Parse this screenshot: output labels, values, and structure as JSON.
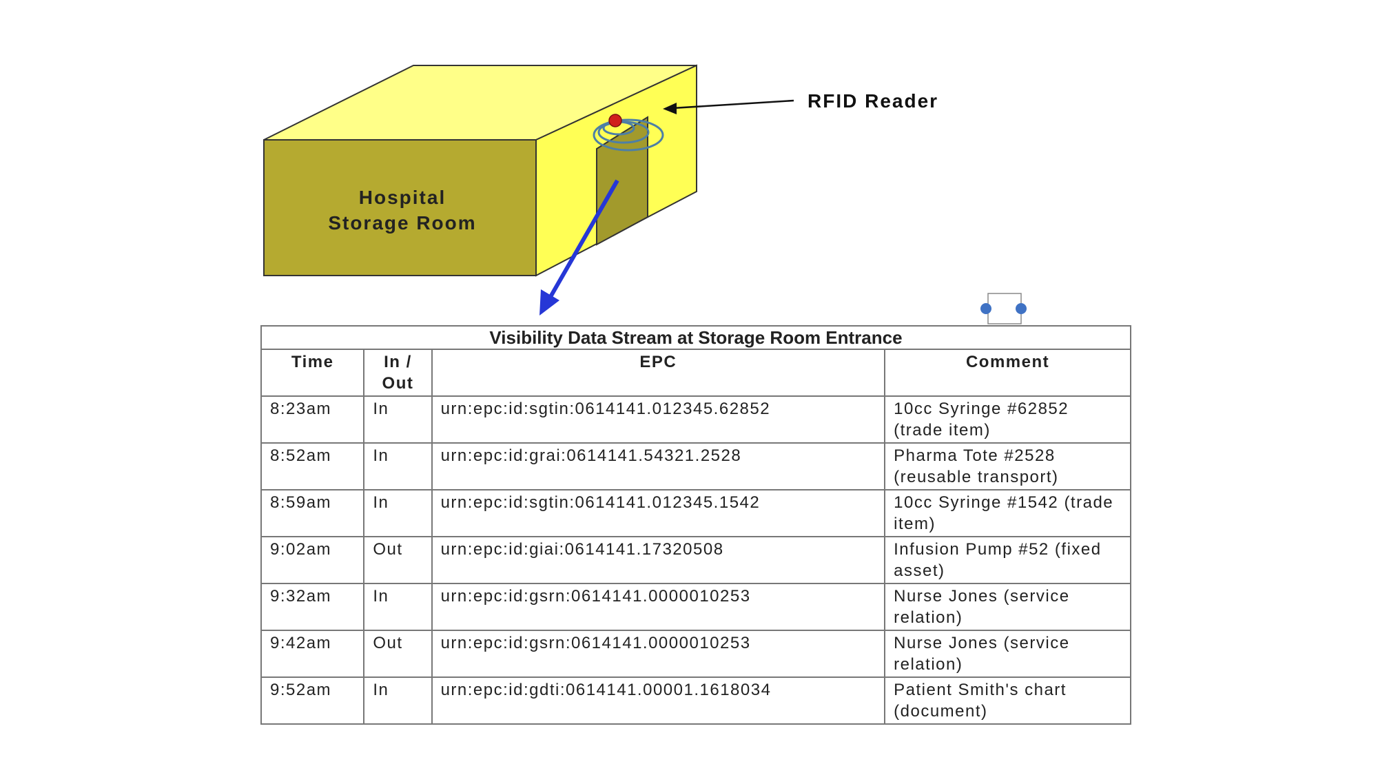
{
  "diagram": {
    "room_label_line1": "Hospital",
    "room_label_line2": "Storage Room",
    "reader_label": "RFID Reader",
    "colors": {
      "room_front": "#b5aa30",
      "room_top": "#ffff88",
      "room_side": "#ffff55",
      "door": "#a29a2c",
      "reader_dot": "#d0211c",
      "signal_waves": "#4d7fa6",
      "arrow_blue": "#2637d6",
      "handle_dot": "#3f72c4"
    }
  },
  "table": {
    "title": "Visibility Data Stream at Storage Room Entrance",
    "headers": {
      "time": "Time",
      "in_out": "In / Out",
      "epc": "EPC",
      "comment": "Comment"
    },
    "rows": [
      {
        "time": "8:23am",
        "in_out": "In",
        "epc": "urn:epc:id:sgtin:0614141.012345.62852",
        "comment": "10cc Syringe #62852 (trade item)"
      },
      {
        "time": "8:52am",
        "in_out": "In",
        "epc": "urn:epc:id:grai:0614141.54321.2528",
        "comment": "Pharma Tote #2528 (reusable transport)"
      },
      {
        "time": "8:59am",
        "in_out": "In",
        "epc": "urn:epc:id:sgtin:0614141.012345.1542",
        "comment": "10cc Syringe #1542 (trade item)"
      },
      {
        "time": "9:02am",
        "in_out": "Out",
        "epc": "urn:epc:id:giai:0614141.17320508",
        "comment": "Infusion Pump #52 (fixed asset)"
      },
      {
        "time": "9:32am",
        "in_out": "In",
        "epc": "urn:epc:id:gsrn:0614141.0000010253",
        "comment": "Nurse Jones (service relation)"
      },
      {
        "time": "9:42am",
        "in_out": "Out",
        "epc": "urn:epc:id:gsrn:0614141.0000010253",
        "comment": "Nurse Jones (service relation)"
      },
      {
        "time": "9:52am",
        "in_out": "In",
        "epc": "urn:epc:id:gdti:0614141.00001.1618034",
        "comment": "Patient Smith's chart (document)"
      }
    ]
  }
}
